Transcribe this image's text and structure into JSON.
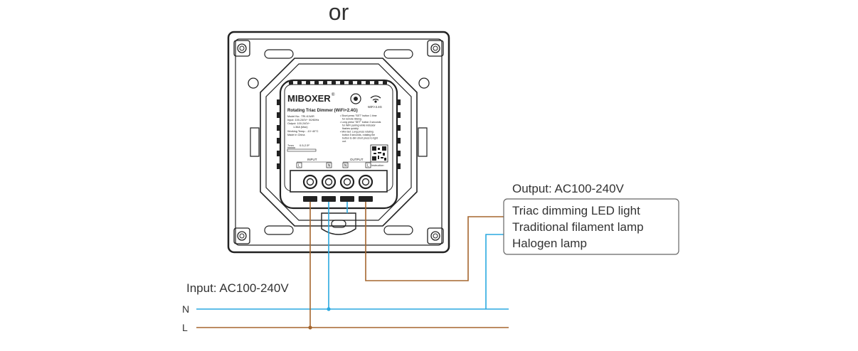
{
  "heading": "or",
  "device": {
    "brand": "MIBOXER",
    "registered_mark": "®",
    "product_name": "Rotating Triac Dimmer (WiFi+2.4G)",
    "wifi_label": "WiFi+2.4G",
    "specs": [
      "Model No.: TRI-K1WR",
      "Input: 100-240V~ 50/60Hz",
      "Output: 100-240V~",
      "1.36A (Max)",
      "Working Temp.: -10~40°C",
      "Made in China"
    ],
    "instructions": [
      "• Short press \"SET\" button 1 time",
      "for remote linking.",
      "• Long press \"SET\" button 3 seconds",
      "for WiFi pairing while indicator",
      "flashes quickly.",
      "• Mini Set: Long press rotating",
      "button 5 seconds, rotating the",
      "button to dim short press to light",
      "out."
    ],
    "strip_label": "7mm",
    "strip_range": "0.5-2.5²",
    "input_label": "INPUT",
    "output_label": "OUTPUT",
    "terminals": [
      "L",
      "N",
      "N",
      "L"
    ],
    "qr_caption": "Instruction"
  },
  "output": {
    "title": "Output: AC100-240V",
    "loads": [
      "Triac dimming LED light",
      "Traditional filament lamp",
      "Halogen lamp"
    ]
  },
  "input": {
    "title": "Input: AC100-240V",
    "neutral_label": "N",
    "live_label": "L"
  },
  "colors": {
    "neutral_wire": "#2aa9e0",
    "live_wire": "#a5662e",
    "outline": "#222222"
  }
}
